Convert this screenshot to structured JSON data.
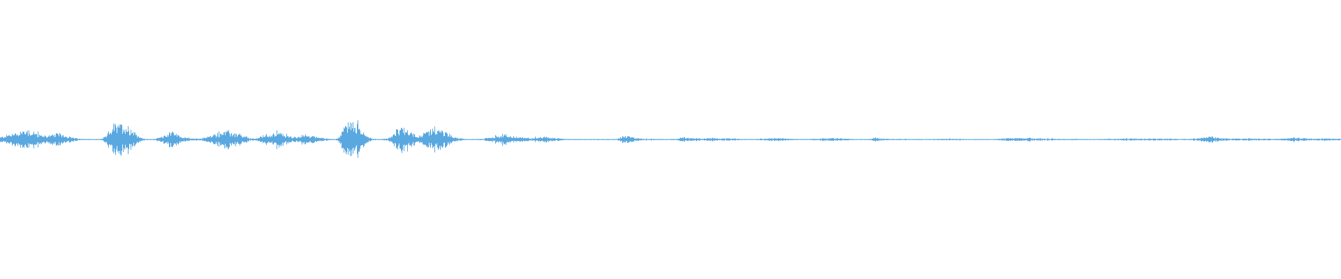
{
  "waveform": {
    "color": "#5aa8e0",
    "background": "#ffffff",
    "amplitude_envelope": [
      [
        0.0,
        0.06
      ],
      [
        0.005,
        0.11
      ],
      [
        0.01,
        0.16
      ],
      [
        0.015,
        0.21
      ],
      [
        0.02,
        0.26
      ],
      [
        0.025,
        0.18
      ],
      [
        0.03,
        0.12
      ],
      [
        0.035,
        0.1
      ],
      [
        0.04,
        0.13
      ],
      [
        0.045,
        0.16
      ],
      [
        0.05,
        0.09
      ],
      [
        0.055,
        0.04
      ],
      [
        0.06,
        0.015
      ],
      [
        0.065,
        0.01
      ],
      [
        0.07,
        0.005
      ],
      [
        0.075,
        0.01
      ],
      [
        0.079,
        0.08
      ],
      [
        0.082,
        0.28
      ],
      [
        0.085,
        0.38
      ],
      [
        0.088,
        0.34
      ],
      [
        0.091,
        0.4
      ],
      [
        0.094,
        0.36
      ],
      [
        0.097,
        0.3
      ],
      [
        0.1,
        0.22
      ],
      [
        0.103,
        0.1
      ],
      [
        0.106,
        0.03
      ],
      [
        0.11,
        0.01
      ],
      [
        0.115,
        0.02
      ],
      [
        0.12,
        0.06
      ],
      [
        0.125,
        0.14
      ],
      [
        0.128,
        0.24
      ],
      [
        0.131,
        0.16
      ],
      [
        0.134,
        0.09
      ],
      [
        0.138,
        0.06
      ],
      [
        0.142,
        0.03
      ],
      [
        0.148,
        0.02
      ],
      [
        0.152,
        0.05
      ],
      [
        0.158,
        0.1
      ],
      [
        0.163,
        0.17
      ],
      [
        0.168,
        0.22
      ],
      [
        0.173,
        0.18
      ],
      [
        0.178,
        0.12
      ],
      [
        0.183,
        0.07
      ],
      [
        0.187,
        0.03
      ],
      [
        0.19,
        0.02
      ],
      [
        0.193,
        0.06
      ],
      [
        0.198,
        0.12
      ],
      [
        0.203,
        0.15
      ],
      [
        0.208,
        0.18
      ],
      [
        0.213,
        0.12
      ],
      [
        0.217,
        0.08
      ],
      [
        0.221,
        0.05
      ],
      [
        0.225,
        0.1
      ],
      [
        0.23,
        0.12
      ],
      [
        0.235,
        0.08
      ],
      [
        0.24,
        0.05
      ],
      [
        0.245,
        0.02
      ],
      [
        0.25,
        0.01
      ],
      [
        0.253,
        0.08
      ],
      [
        0.256,
        0.3
      ],
      [
        0.259,
        0.44
      ],
      [
        0.262,
        0.5
      ],
      [
        0.265,
        0.38
      ],
      [
        0.268,
        0.3
      ],
      [
        0.271,
        0.2
      ],
      [
        0.274,
        0.08
      ],
      [
        0.278,
        0.02
      ],
      [
        0.283,
        0.01
      ],
      [
        0.288,
        0.02
      ],
      [
        0.292,
        0.08
      ],
      [
        0.296,
        0.22
      ],
      [
        0.3,
        0.3
      ],
      [
        0.304,
        0.26
      ],
      [
        0.308,
        0.16
      ],
      [
        0.312,
        0.1
      ],
      [
        0.316,
        0.14
      ],
      [
        0.32,
        0.22
      ],
      [
        0.324,
        0.26
      ],
      [
        0.328,
        0.24
      ],
      [
        0.332,
        0.2
      ],
      [
        0.336,
        0.12
      ],
      [
        0.34,
        0.05
      ],
      [
        0.345,
        0.02
      ],
      [
        0.35,
        0.01
      ],
      [
        0.355,
        0.01
      ],
      [
        0.36,
        0.02
      ],
      [
        0.365,
        0.05
      ],
      [
        0.37,
        0.08
      ],
      [
        0.375,
        0.14
      ],
      [
        0.38,
        0.1
      ],
      [
        0.385,
        0.06
      ],
      [
        0.39,
        0.05
      ],
      [
        0.395,
        0.04
      ],
      [
        0.4,
        0.05
      ],
      [
        0.405,
        0.07
      ],
      [
        0.41,
        0.06
      ],
      [
        0.415,
        0.04
      ],
      [
        0.42,
        0.02
      ],
      [
        0.425,
        0.005
      ],
      [
        0.43,
        0.003
      ],
      [
        0.44,
        0.004
      ],
      [
        0.45,
        0.003
      ],
      [
        0.46,
        0.005
      ],
      [
        0.463,
        0.06
      ],
      [
        0.467,
        0.09
      ],
      [
        0.471,
        0.06
      ],
      [
        0.475,
        0.04
      ],
      [
        0.48,
        0.02
      ],
      [
        0.49,
        0.015
      ],
      [
        0.5,
        0.012
      ],
      [
        0.505,
        0.02
      ],
      [
        0.51,
        0.06
      ],
      [
        0.514,
        0.04
      ],
      [
        0.518,
        0.03
      ],
      [
        0.524,
        0.03
      ],
      [
        0.53,
        0.04
      ],
      [
        0.536,
        0.03
      ],
      [
        0.542,
        0.03
      ],
      [
        0.548,
        0.02
      ],
      [
        0.555,
        0.01
      ],
      [
        0.562,
        0.008
      ],
      [
        0.567,
        0.02
      ],
      [
        0.572,
        0.03
      ],
      [
        0.578,
        0.04
      ],
      [
        0.584,
        0.03
      ],
      [
        0.59,
        0.02
      ],
      [
        0.596,
        0.01
      ],
      [
        0.602,
        0.008
      ],
      [
        0.608,
        0.02
      ],
      [
        0.614,
        0.03
      ],
      [
        0.62,
        0.04
      ],
      [
        0.626,
        0.03
      ],
      [
        0.632,
        0.02
      ],
      [
        0.638,
        0.01
      ],
      [
        0.645,
        0.008
      ],
      [
        0.65,
        0.02
      ],
      [
        0.653,
        0.05
      ],
      [
        0.656,
        0.03
      ],
      [
        0.66,
        0.02
      ],
      [
        0.665,
        0.015
      ],
      [
        0.67,
        0.015
      ],
      [
        0.676,
        0.015
      ],
      [
        0.682,
        0.012
      ],
      [
        0.688,
        0.01
      ],
      [
        0.694,
        0.01
      ],
      [
        0.7,
        0.015
      ],
      [
        0.706,
        0.02
      ],
      [
        0.712,
        0.02
      ],
      [
        0.718,
        0.015
      ],
      [
        0.724,
        0.01
      ],
      [
        0.73,
        0.005
      ],
      [
        0.736,
        0.003
      ],
      [
        0.74,
        0.006
      ],
      [
        0.745,
        0.02
      ],
      [
        0.75,
        0.03
      ],
      [
        0.755,
        0.04
      ],
      [
        0.76,
        0.03
      ],
      [
        0.766,
        0.04
      ],
      [
        0.772,
        0.03
      ],
      [
        0.778,
        0.03
      ],
      [
        0.785,
        0.02
      ],
      [
        0.79,
        0.015
      ],
      [
        0.795,
        0.02
      ],
      [
        0.8,
        0.015
      ],
      [
        0.81,
        0.01
      ],
      [
        0.82,
        0.01
      ],
      [
        0.828,
        0.015
      ],
      [
        0.834,
        0.02
      ],
      [
        0.84,
        0.025
      ],
      [
        0.846,
        0.03
      ],
      [
        0.852,
        0.025
      ],
      [
        0.858,
        0.03
      ],
      [
        0.864,
        0.025
      ],
      [
        0.87,
        0.02
      ],
      [
        0.876,
        0.02
      ],
      [
        0.882,
        0.015
      ],
      [
        0.888,
        0.02
      ],
      [
        0.894,
        0.03
      ],
      [
        0.898,
        0.06
      ],
      [
        0.902,
        0.07
      ],
      [
        0.906,
        0.05
      ],
      [
        0.91,
        0.04
      ],
      [
        0.915,
        0.03
      ],
      [
        0.92,
        0.02
      ],
      [
        0.926,
        0.025
      ],
      [
        0.932,
        0.03
      ],
      [
        0.938,
        0.025
      ],
      [
        0.944,
        0.02
      ],
      [
        0.95,
        0.015
      ],
      [
        0.955,
        0.02
      ],
      [
        0.96,
        0.03
      ],
      [
        0.965,
        0.05
      ],
      [
        0.97,
        0.04
      ],
      [
        0.975,
        0.03
      ],
      [
        0.98,
        0.02
      ],
      [
        0.985,
        0.025
      ],
      [
        0.99,
        0.03
      ],
      [
        0.995,
        0.025
      ],
      [
        1.0,
        0.02
      ]
    ]
  }
}
